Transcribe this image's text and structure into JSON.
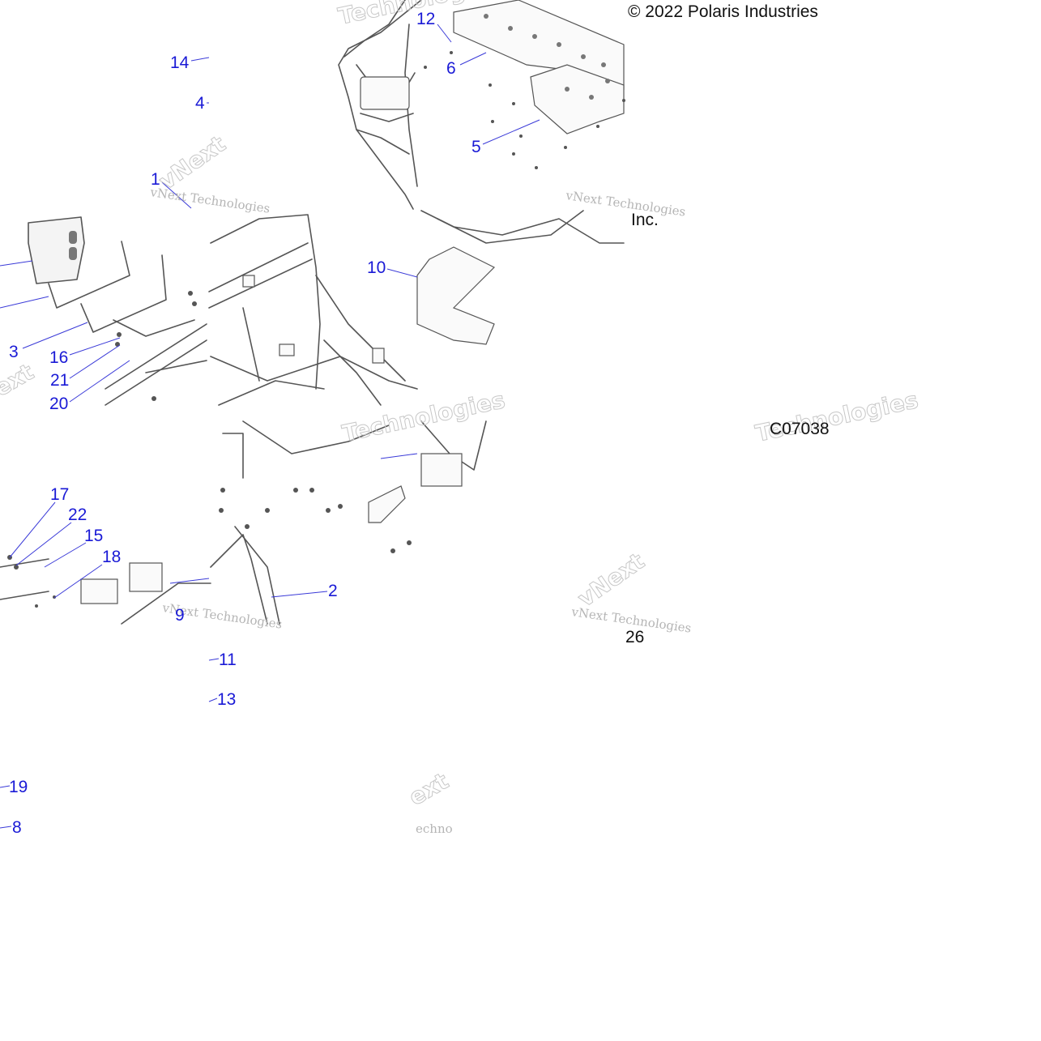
{
  "copyright": "© 2022 Polaris Industries",
  "copyright_tail": "Inc.",
  "figure_code": "C07038",
  "watermark": {
    "brand": "vNext Technologies",
    "fragments": [
      "Technologies",
      "vNext",
      "ext",
      "echno"
    ]
  },
  "callouts": [
    {
      "id": "12",
      "label": "12"
    },
    {
      "id": "14",
      "label": "14"
    },
    {
      "id": "4",
      "label": "4"
    },
    {
      "id": "6",
      "label": "6"
    },
    {
      "id": "5",
      "label": "5"
    },
    {
      "id": "1",
      "label": "1"
    },
    {
      "id": "10",
      "label": "10"
    },
    {
      "id": "3",
      "label": "3"
    },
    {
      "id": "16",
      "label": "16"
    },
    {
      "id": "21",
      "label": "21"
    },
    {
      "id": "20",
      "label": "20"
    },
    {
      "id": "17",
      "label": "17"
    },
    {
      "id": "22",
      "label": "22"
    },
    {
      "id": "15",
      "label": "15"
    },
    {
      "id": "18",
      "label": "18"
    },
    {
      "id": "2",
      "label": "2"
    },
    {
      "id": "9",
      "label": "9"
    },
    {
      "id": "11",
      "label": "11"
    },
    {
      "id": "13",
      "label": "13"
    },
    {
      "id": "19",
      "label": "19"
    },
    {
      "id": "8",
      "label": "8"
    },
    {
      "id": "26",
      "label": "26"
    }
  ]
}
